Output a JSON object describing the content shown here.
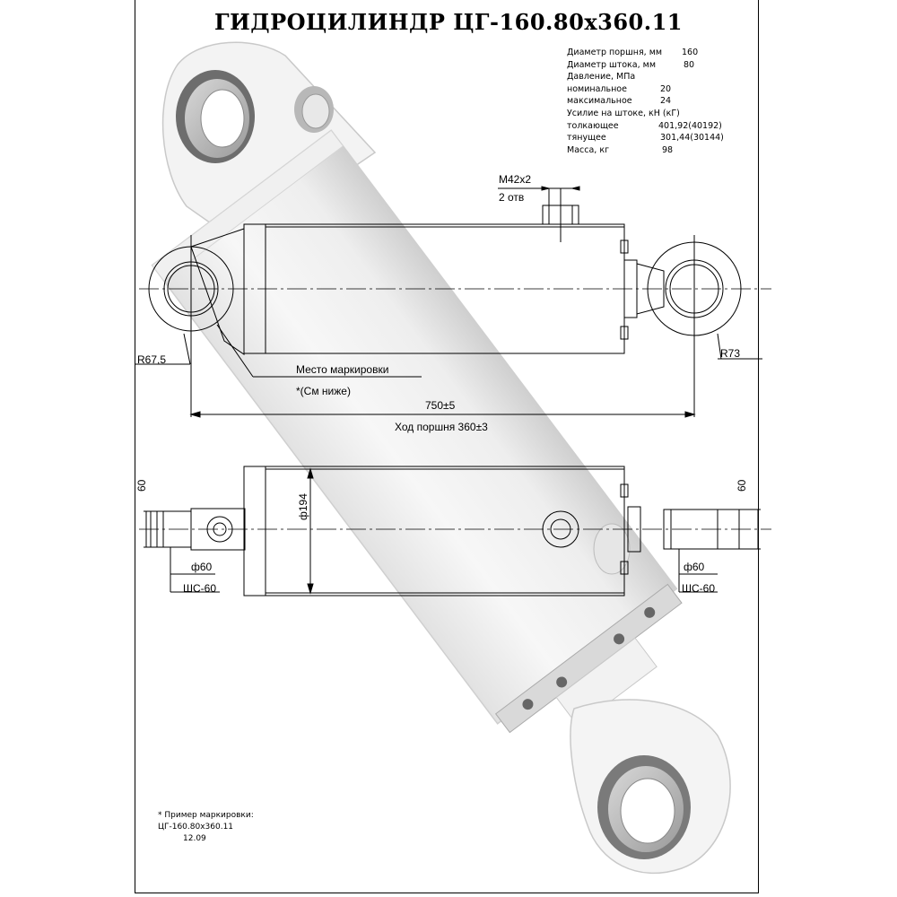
{
  "title": "ГИДРОЦИЛИНДР  ЦГ-160.80х360.11",
  "specs": [
    {
      "label": "Диаметр поршня, мм",
      "value": "160",
      "vx": 128
    },
    {
      "label": "Диаметр штока, мм",
      "value": "80",
      "vx": 130
    },
    {
      "label": "Давление, МПа",
      "value": "",
      "vx": 0
    },
    {
      "label": "номинальное",
      "value": "20",
      "vx": 104
    },
    {
      "label": "максимальное",
      "value": "24",
      "vx": 104
    },
    {
      "label": "Усилие на штоке, кН (кГ)",
      "value": "",
      "vx": 0
    },
    {
      "label": "толкающее",
      "value": "401,92(40192)",
      "vx": 102
    },
    {
      "label": "тянущее",
      "value": "301,44(30144)",
      "vx": 104
    },
    {
      "label": "Масса, кг",
      "value": "98",
      "vx": 106
    }
  ],
  "dimensions": {
    "thread": "М42х2",
    "holes": "2 отв",
    "radius_left": "R67,5",
    "radius_right": "R73",
    "marking_place": "Место маркировки",
    "marking_ref": "*(См ниже)",
    "length": "750±5",
    "stroke": "Ход поршня 360±3",
    "height_left": "60",
    "height_right": "60",
    "body_diameter": "ф194",
    "pin_left": "ф60",
    "pin_right": "ф60",
    "bearing_left": "ШС-60",
    "bearing_right": "ШС-60"
  },
  "marking_example": {
    "heading": "* Пример маркировки:",
    "code": "ЦГ-160.80х360.11",
    "date": "12.09"
  }
}
